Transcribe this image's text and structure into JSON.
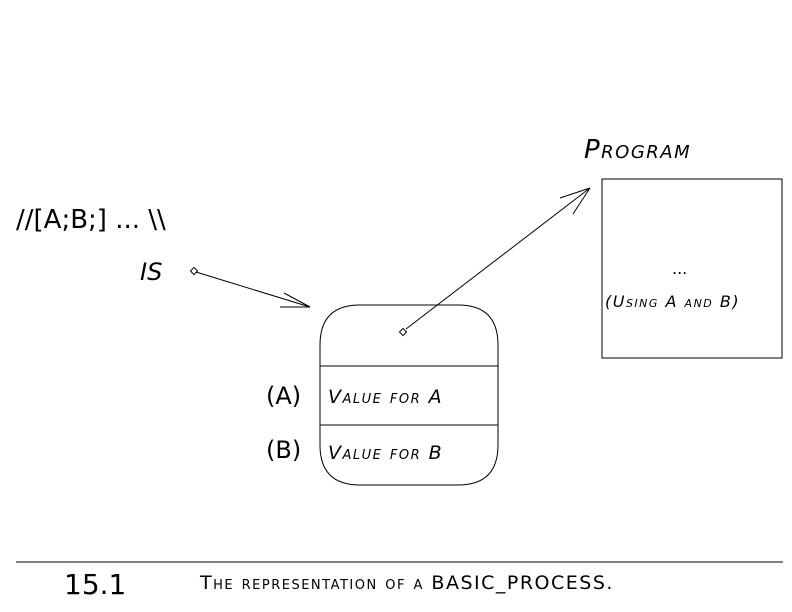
{
  "diagram": {
    "expression": "//[A;B;] ... \\\\",
    "is_label": "IS",
    "program": {
      "title": "Program",
      "body_ellipsis": "...",
      "body_text": "(Using A and B)"
    },
    "process_box": {
      "rows": [
        {
          "tag": "(A)",
          "text": "Value for A"
        },
        {
          "tag": "(B)",
          "text": "Value for B"
        }
      ]
    }
  },
  "caption": {
    "number": "15.1",
    "text": "The representation of a BASIC_PROCESS."
  }
}
